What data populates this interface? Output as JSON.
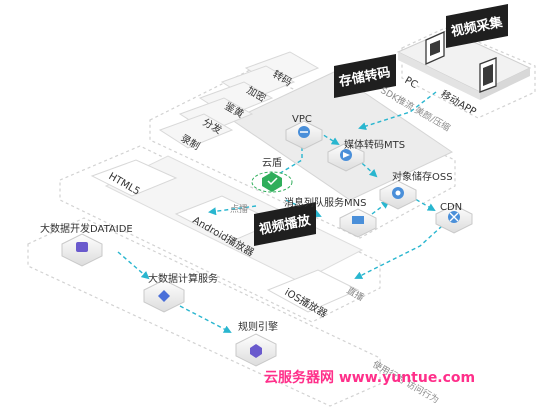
{
  "labels": {
    "video_capture": "视频采集",
    "pc": "PC",
    "mobile_app": "移动APP",
    "sdk_note": "SDK推流 美颜/压缩",
    "storage_transcode": "存储转码",
    "features": [
      "转码",
      "加密",
      "鉴黄",
      "分发",
      "录制"
    ],
    "vpc": "VPC",
    "cloud_shield": "云盾",
    "mts": "媒体转码MTS",
    "oss": "对象储存OSS",
    "mns": "消息列队服务MNS",
    "cdn": "CDN",
    "video_play": "视频播放",
    "html5": "HTML5",
    "android_player": "Android播放器",
    "ios_player": "iOS播放器",
    "vod": "点播",
    "live": "直播",
    "dataide": "大数据开发DATAIDE",
    "compute": "大数据计算服务",
    "rule_engine": "规则引擎",
    "bottom_note": "使用行为 访问行为"
  },
  "watermark": "云服务器网 www.yuntue.com",
  "colors": {
    "banner": "#1f1f1f",
    "panel": "#eeeeee",
    "arrow": "#29b6cf",
    "node": "#4a8fd9",
    "shield": "#2fae5b",
    "watermark": "#ff2f8a"
  }
}
